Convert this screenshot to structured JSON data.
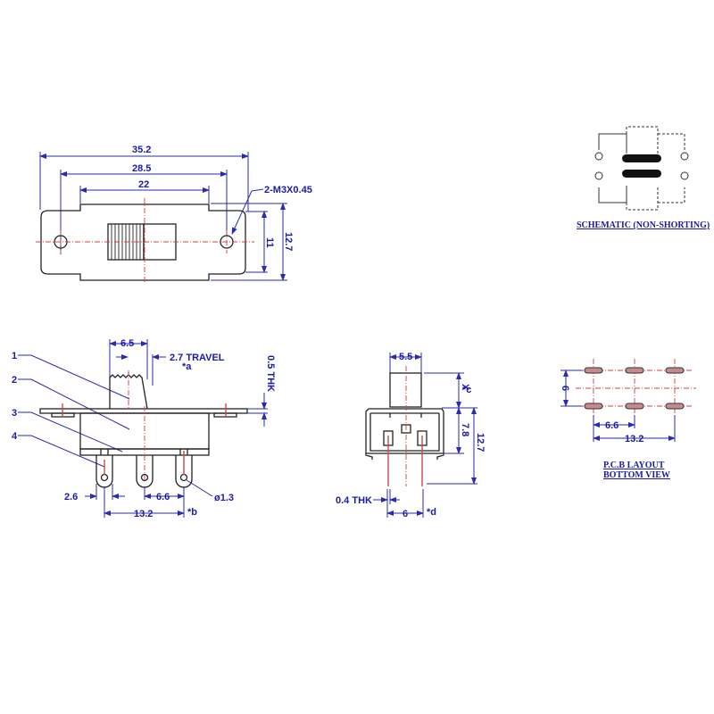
{
  "top_view": {
    "dim_overall": "35.2",
    "dim_holes": "28.5",
    "dim_body": "22",
    "dim_screw": "2-M3X0.45",
    "dim_height_inner": "11",
    "dim_height_outer": "12.7"
  },
  "schematic": {
    "caption": "SCHEMATIC (NON-SHORTING)"
  },
  "side_view": {
    "labels": [
      "1",
      "2",
      "3",
      "4"
    ],
    "dim_actuator": "6.5",
    "dim_travel": "2.7 TRAVEL",
    "note_a": "*a",
    "dim_thk": "0.5 THK",
    "dim_pin_w": "2.6",
    "dim_pitch": "6.6",
    "dim_hole": "ø1.3",
    "dim_span": "13.2",
    "note_b": "*b"
  },
  "end_view": {
    "dim_actuator": "5.5",
    "dim_x": "X",
    "note_c": "*c",
    "dim_body": "7.8",
    "dim_total": "12.7",
    "dim_pin_thk": "0.4 THK",
    "dim_pin_space": "6",
    "note_d": "*d"
  },
  "pcb_layout": {
    "dim_row": "6",
    "dim_pitch": "6.6",
    "dim_span": "13.2",
    "caption_line1": "P.C.B LAYOUT",
    "caption_line2": "BOTTOM VIEW"
  }
}
